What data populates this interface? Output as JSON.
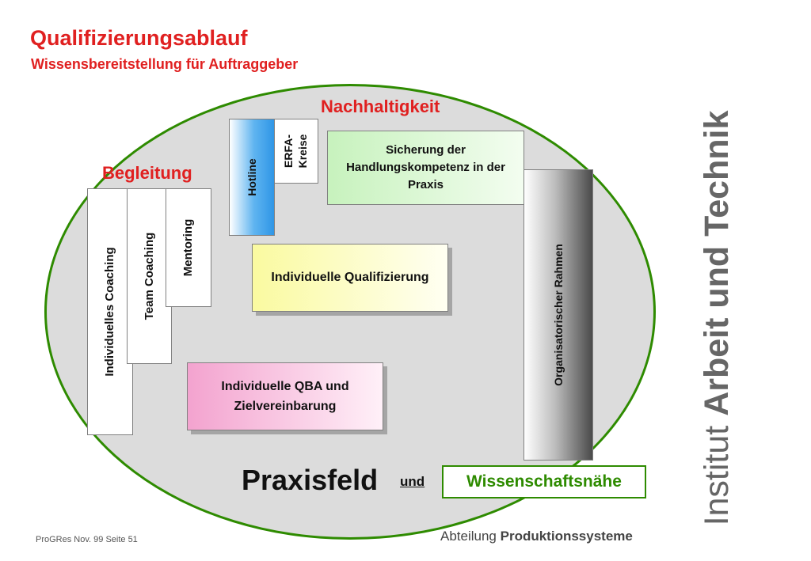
{
  "header": {
    "title": "Qualifizierungsablauf",
    "subtitle": "Wissensbereitstellung für Auftraggeber"
  },
  "sections": {
    "nachhaltigkeit": "Nachhaltigkeit",
    "begleitung": "Begleitung"
  },
  "boxes": {
    "hotline": "Hotline",
    "erfa": "ERFA-\nKreise",
    "sicherung": "Sicherung der Handlungskompetenz in der Praxis",
    "org_rahmen": "Organisatorischer Rahmen",
    "ind_coaching": "Individuelles Coaching",
    "team_coaching": "Team Coaching",
    "mentoring": "Mentoring",
    "ind_qualifizierung": "Individuelle Qualifizierung",
    "ind_qba": "Individuelle QBA und Zielvereinbarung"
  },
  "bottom": {
    "praxisfeld": "Praxisfeld",
    "und": "und",
    "wissenschaftsnaehe": "Wissenschaftsnähe"
  },
  "footer": {
    "slide_info": "ProGRes  Nov. 99 Seite 51",
    "abteilung_prefix": "Abteilung ",
    "abteilung_name": "Produktionssysteme"
  },
  "side_brand": {
    "prefix": "Institut ",
    "name": "Arbeit und Technik"
  },
  "colors": {
    "accent_red": "#e02020",
    "frame_green": "#2e8b00",
    "background_gray": "#dcdcdc"
  }
}
